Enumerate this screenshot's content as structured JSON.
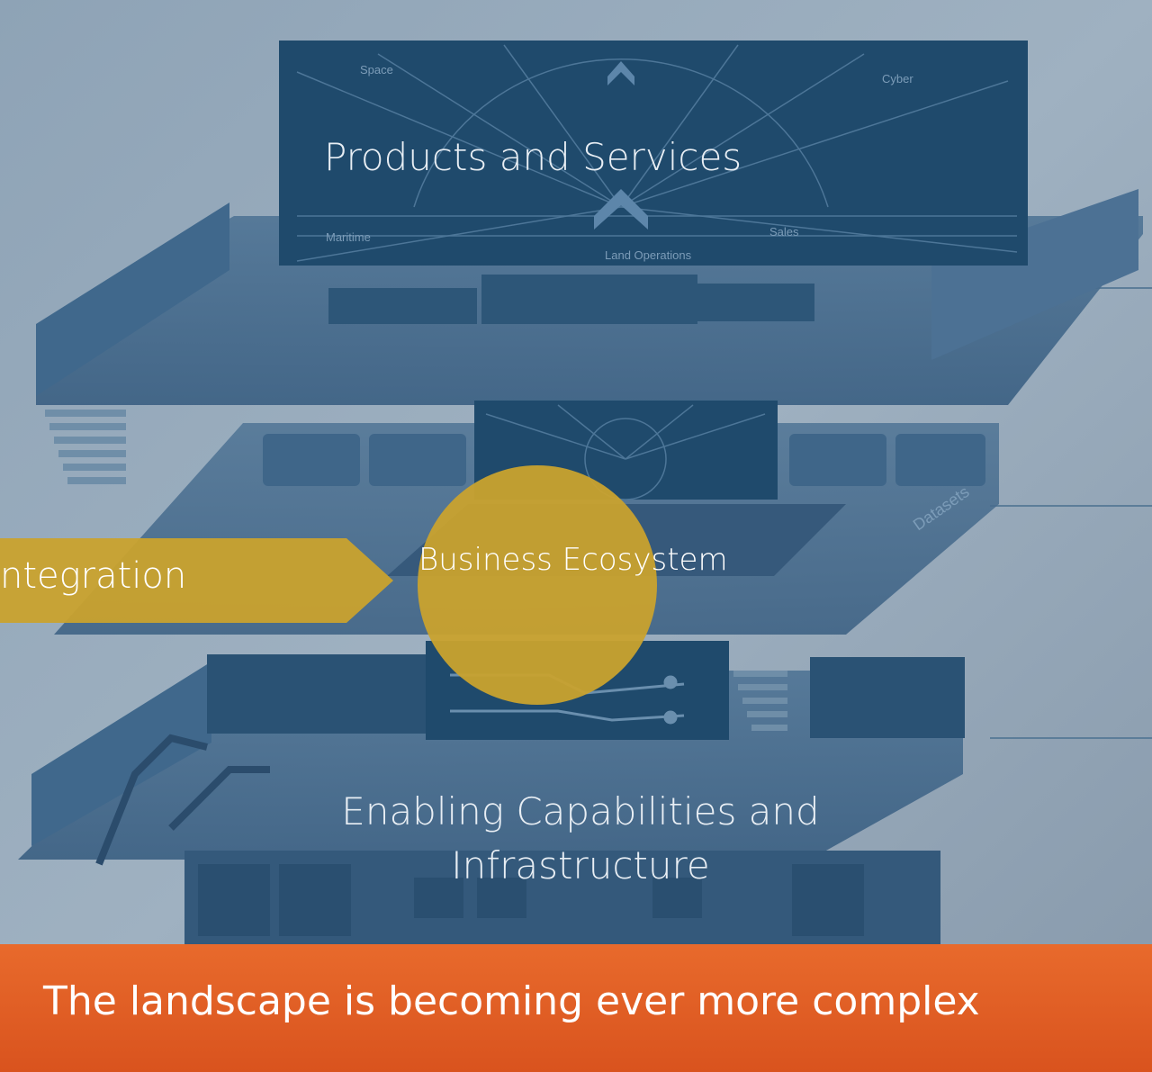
{
  "diagram": {
    "layers": {
      "top": "Products and Services",
      "bottom": "Enabling Capabilities and Infrastructure"
    },
    "center_node": "Business Ecosystem",
    "arrow_label": "ntegration",
    "panel_labels": [
      "Space",
      "Cyber",
      "Maritime",
      "Land Operations",
      "Sales",
      "Datasets"
    ],
    "banner": "The landscape is becoming ever more complex",
    "colors": {
      "background": "#a7b6c4",
      "dark_panel": "#1f4a6c",
      "gold": "#c9a22e",
      "banner": "#e0601f"
    }
  }
}
